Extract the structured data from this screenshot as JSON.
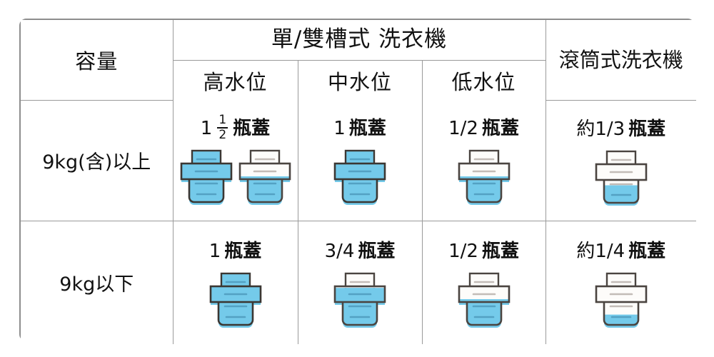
{
  "table": {
    "corner_header": "容量",
    "group_header": "單/雙槽式 洗衣機",
    "sub_headers": [
      "高水位",
      "中水位",
      "低水位"
    ],
    "drum_header": "滾筒式洗衣機",
    "rows": [
      {
        "label": "9kg(含)以上",
        "cells": [
          {
            "amount_whole": "1",
            "amount_frac_num": "1",
            "amount_frac_den": "2",
            "amount_text": "",
            "unit": "瓶蓋",
            "caps": [
              {
                "fill": 1.0,
                "style": "blue"
              },
              {
                "fill": 0.5,
                "style": "white"
              }
            ]
          },
          {
            "amount_whole": "",
            "amount_text": "1",
            "unit": "瓶蓋",
            "caps": [
              {
                "fill": 1.0,
                "style": "blue"
              }
            ]
          },
          {
            "amount_whole": "",
            "amount_text": "1/2",
            "unit": "瓶蓋",
            "caps": [
              {
                "fill": 0.5,
                "style": "white"
              }
            ]
          },
          {
            "amount_whole": "",
            "amount_text": "約1/3",
            "unit": "瓶蓋",
            "caps": [
              {
                "fill": 0.34,
                "style": "white"
              }
            ]
          }
        ]
      },
      {
        "label": "9kg以下",
        "cells": [
          {
            "amount_whole": "",
            "amount_text": "1",
            "unit": "瓶蓋",
            "caps": [
              {
                "fill": 1.0,
                "style": "blue"
              }
            ]
          },
          {
            "amount_whole": "",
            "amount_text": "3/4",
            "unit": "瓶蓋",
            "caps": [
              {
                "fill": 0.72,
                "style": "white"
              }
            ]
          },
          {
            "amount_whole": "",
            "amount_text": "1/2",
            "unit": "瓶蓋",
            "caps": [
              {
                "fill": 0.5,
                "style": "white"
              }
            ]
          },
          {
            "amount_whole": "",
            "amount_text": "約1/4",
            "unit": "瓶蓋",
            "caps": [
              {
                "fill": 0.2,
                "style": "white"
              }
            ]
          }
        ]
      }
    ]
  },
  "colors": {
    "water_blue": "#74caea",
    "water_blue_dark": "#5bb9de",
    "cap_outline": "#4a4440",
    "cap_outline_blue": "#3b3733",
    "cap_body_white": "#fdfcfa",
    "tick_gray": "#b9b2ac",
    "tick_blue": "#4e9bbd",
    "border_gray": "#9a9a9a",
    "frame_gray": "#8d8d8d",
    "text": "#111111"
  }
}
